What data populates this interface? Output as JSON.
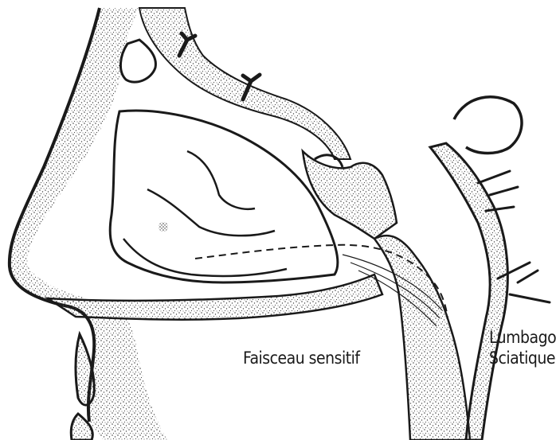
{
  "labels": {
    "sensory_bundle": "Faisceau sensitif",
    "lumbago": "Lumbago",
    "sciatica": "Sciatique"
  },
  "colors": {
    "ink": "#1a1a1a",
    "stipple": "#555555",
    "paper": "#ffffff"
  },
  "icons": {
    "figure": "nasal-cavity-sagittal-section-illustration"
  }
}
